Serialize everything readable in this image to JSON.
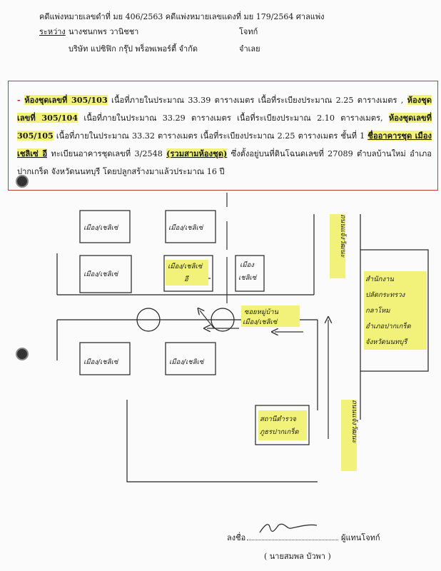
{
  "header": {
    "case_line": "คดีแพ่งหมายเลขดำที่ มย 406/2563 คดีแพ่งหมายเลขแดงที่ มย 179/2564 ศาลแพ่ง",
    "between_label": "ระหว่าง",
    "plaintiff_name": "นางชนกพร  วานิชชา",
    "plaintiff_role": "โจทก์",
    "defendant_name": "บริษัท แปซิฟิก กรุ๊ป พร็อพเพอร์ตี้ จำกัด",
    "defendant_role": "จำเลย"
  },
  "property": {
    "dash": "- ",
    "unit1": "ห้องชุดเลขที่ 305/103",
    "t1": " เนื้อที่ภายในประมาณ 33.39 ตารางเมตร เนื้อที่ระเบียงประมาณ 2.25 ตารางเมตร , ",
    "unit2": "ห้องชุดเลขที่ 305/104",
    "t2": " เนื้อที่ภายในประมาณ 33.29 ตารางเมตร เนื้อที่ระเบียงประมาณ 2.10 ตารางเมตร, ",
    "unit3": "ห้องชุดเลขที่ 305/105",
    "t3": " เนื้อที่ภายในประมาณ 33.32 ตารางเมตร เนื้อที่ระเบียงประมาณ 2.25 ตารางเมตร ชั้นที่ 1 ",
    "building": "ชื่ออาคารชุด เมืองเชลิเซ่ อี",
    "t4": " ทะเบียนอาคารชุดเลขที่ 3/2548 ",
    "total": "(รวมสามห้องชุด)",
    "t5": " ซึ่งตั้งอยู่บนที่ดินโฉนดเลขที่ 27089 ตำบลบ้านใหม่ อำเภอปากเกร็ด จังหวัดนนทบุรี โดยปลูกสร้างมาแล้วประมาณ 16 ปี"
  },
  "map": {
    "building_label": "เมือง/เชลิเซ่",
    "target_line1": "เมือง/เชลิเซ่",
    "target_line2": "อี",
    "small_line1": "เมือง",
    "small_line2": "เชลิเซ่",
    "entrance_line1": "ซอยหมู่บ้าน",
    "entrance_line2": "เมือง/เชลิเซ่",
    "office_lines": [
      "สำนักงาน",
      "ปลัดกระทรวง",
      "กลาโหม",
      "อำเภอปากเกร็ด",
      "จังหวัดนนทบุรี"
    ],
    "police_line1": "สถานีตำรวจ",
    "police_line2": "ภูธรปากเกร็ด",
    "road_top": "ถนนแจ้งวัฒนะ",
    "road_bottom": "ถนนแจ้งวัฒนะ"
  },
  "signature": {
    "sign_label": "ลงชื่อ",
    "role": "ผู้แทนโจทก์",
    "name": "( นายสมพล  บัวพา )"
  }
}
